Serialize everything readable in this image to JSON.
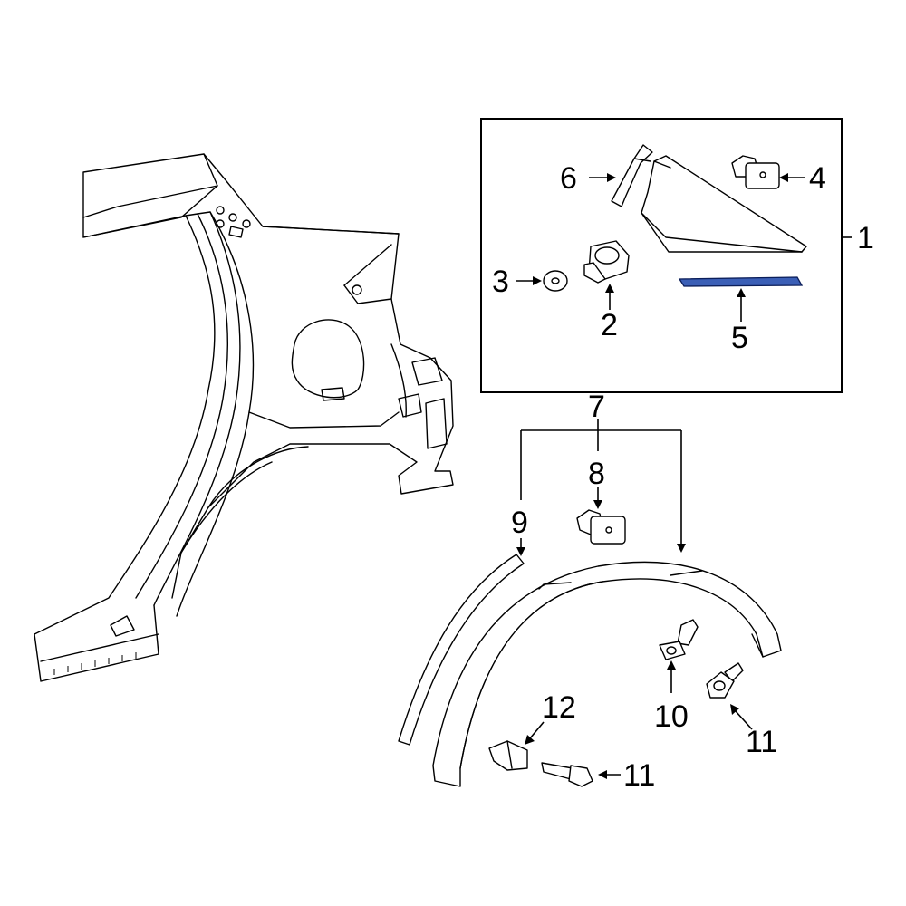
{
  "callouts": {
    "c1": "1",
    "c2": "2",
    "c3": "3",
    "c4": "4",
    "c5": "5",
    "c6": "6",
    "c7": "7",
    "c8": "8",
    "c9": "9",
    "c10": "10",
    "c11a": "11",
    "c11b": "11",
    "c12": "12"
  },
  "colors": {
    "highlight_part": "#3b5fb6",
    "line": "#000000",
    "background": "#ffffff"
  }
}
